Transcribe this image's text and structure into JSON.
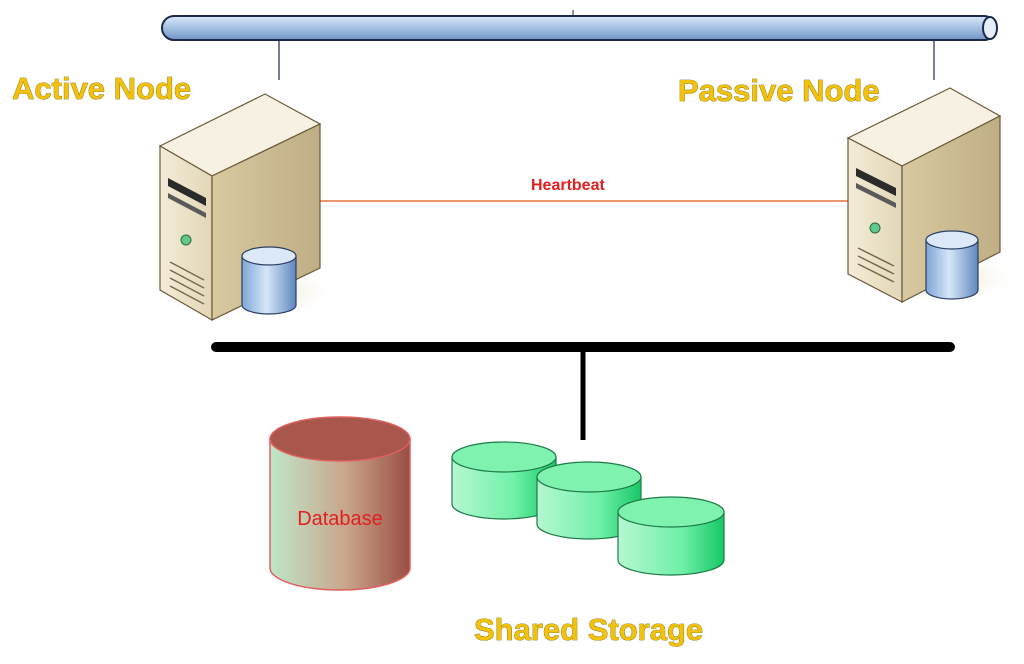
{
  "labels": {
    "active_node": "Active Node",
    "passive_node": "Passive Node",
    "heartbeat": "Heartbeat",
    "database": "Database",
    "shared_storage": "Shared Storage"
  },
  "colors": {
    "title_yellow": "#f2c20a",
    "heartbeat_line": "#e8743a",
    "heartbeat_text": "#e02020",
    "network_pipe": "#a9c4e6",
    "storage_green": "#5fe8a0",
    "database_red": "#b0534a"
  },
  "icons": [
    "network-pipe",
    "server-tower-icon",
    "disk-cylinder-icon",
    "database-cylinder-icon",
    "storage-disk-icon"
  ]
}
